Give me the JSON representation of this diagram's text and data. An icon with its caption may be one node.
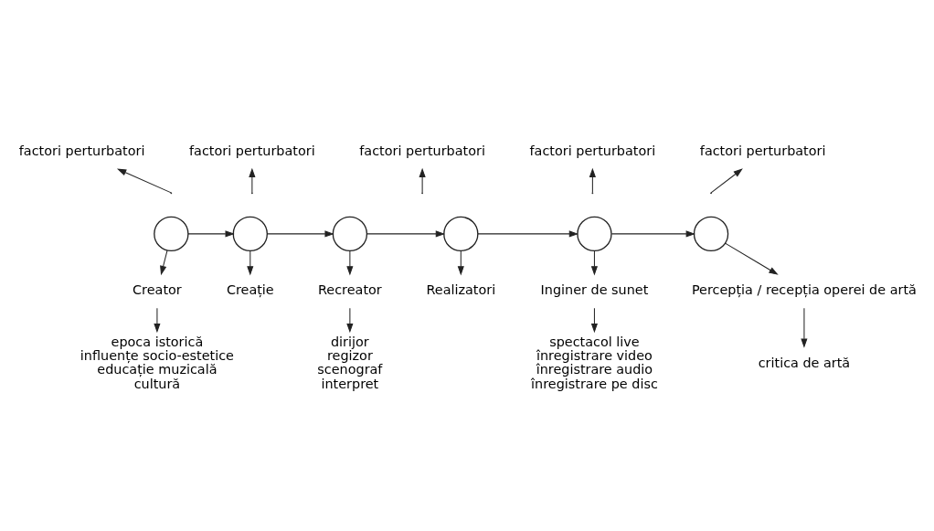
{
  "diagram": {
    "nodes": [
      {
        "text": [
          "factori perturbatori"
        ]
      },
      {
        "text": [
          "factori perturbatori"
        ]
      },
      {
        "text": [
          "factori perturbatori"
        ]
      },
      {
        "text": [
          "factori perturbatori"
        ]
      },
      {
        "text": [
          "factori perturbatori"
        ]
      },
      {
        "text": [],
        "shape": "circle"
      },
      {
        "text": [],
        "shape": "circle"
      },
      {
        "text": [],
        "shape": "circle"
      },
      {
        "text": [],
        "shape": "circle"
      },
      {
        "text": [],
        "shape": "circle"
      },
      {
        "text": [],
        "shape": "circle"
      },
      {
        "text": [
          "Creator"
        ]
      },
      {
        "text": [
          "Creație"
        ]
      },
      {
        "text": [
          "Recreator"
        ]
      },
      {
        "text": [
          "Realizatori"
        ]
      },
      {
        "text": [
          "Inginer de sunet"
        ]
      },
      {
        "text": [
          "Percepția / recepția operei de artă"
        ]
      },
      {
        "text": [
          "epoca istorică",
          "influențe socio-estetice",
          "educație muzicală",
          "cultură"
        ]
      },
      {
        "text": [
          "dirijor",
          "regizor",
          "scenograf",
          "interpret"
        ]
      },
      {
        "text": [
          "spectacol live",
          "înregistrare video",
          "înregistrare audio",
          "înregistrare pe disc"
        ]
      },
      {
        "text": [
          "critica de artă"
        ]
      }
    ],
    "edges": [
      {
        "from": 5,
        "to": 6,
        "arrow": "to"
      },
      {
        "from": 6,
        "to": 7,
        "arrow": "to"
      },
      {
        "from": 7,
        "to": 8,
        "arrow": "to"
      },
      {
        "from": 8,
        "to": 9,
        "arrow": "to"
      },
      {
        "from": 9,
        "to": 10,
        "arrow": "to"
      },
      {
        "from": null,
        "to": 0,
        "arrow": "to"
      },
      {
        "from": null,
        "to": 1,
        "arrow": "to"
      },
      {
        "from": null,
        "to": 2,
        "arrow": "to"
      },
      {
        "from": null,
        "to": 3,
        "arrow": "to"
      },
      {
        "from": null,
        "to": 4,
        "arrow": "to"
      },
      {
        "from": 5,
        "to": 11,
        "arrow": "to"
      },
      {
        "from": 6,
        "to": 12,
        "arrow": "to"
      },
      {
        "from": 7,
        "to": 13,
        "arrow": "to"
      },
      {
        "from": 8,
        "to": 14,
        "arrow": "to"
      },
      {
        "from": 9,
        "to": 15,
        "arrow": "to"
      },
      {
        "from": 10,
        "to": 16,
        "arrow": "to"
      },
      {
        "from": 11,
        "to": 17,
        "arrow": "to"
      },
      {
        "from": 13,
        "to": 18,
        "arrow": "to"
      },
      {
        "from": 15,
        "to": 19,
        "arrow": "to"
      },
      {
        "from": 16,
        "to": 20,
        "arrow": "to"
      }
    ]
  }
}
